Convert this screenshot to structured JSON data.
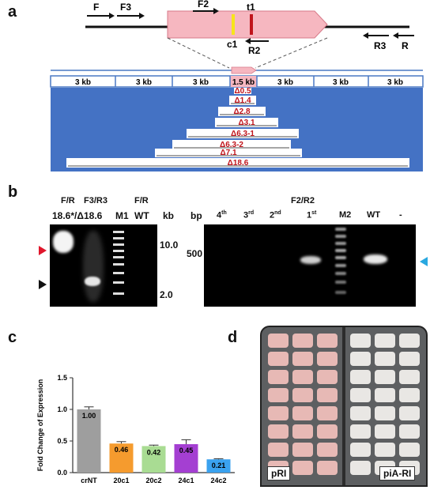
{
  "panels": {
    "a": "a",
    "b": "b",
    "c": "c",
    "d": "d"
  },
  "panel_a": {
    "primers_top": [
      "F",
      "F3",
      "F2",
      "t1"
    ],
    "primers_bottom": [
      "c1",
      "R2",
      "R3",
      "R"
    ],
    "segments": [
      "3 kb",
      "3 kb",
      "3 kb",
      "1.5 kb",
      "3 kb",
      "3 kb",
      "3 kb"
    ],
    "deletions": [
      "Δ0.5",
      "Δ1.4",
      "Δ2.8",
      "Δ3.1",
      "Δ6.3-1",
      "Δ6.3-2",
      "Δ7.1",
      "Δ18.6"
    ]
  },
  "panel_b_left": {
    "primer_headers": [
      "F/R",
      "F3/R3",
      "F/R"
    ],
    "lane_labels": [
      "18.6*/Δ18.6",
      "M1",
      "WT"
    ],
    "unit": "kb",
    "ladder_marks": [
      "10.0",
      "2.0"
    ]
  },
  "panel_b_right": {
    "primer_header": "F2/R2",
    "unit": "bp",
    "lanes": [
      {
        "base": "4",
        "sup": "th"
      },
      {
        "base": "3",
        "sup": "rd"
      },
      {
        "base": "2",
        "sup": "nd"
      },
      {
        "base": "1",
        "sup": "st"
      },
      {
        "base": "M2",
        "sup": ""
      },
      {
        "base": "WT",
        "sup": ""
      },
      {
        "base": "-",
        "sup": ""
      }
    ],
    "ladder_mark": "500"
  },
  "chart_data": {
    "type": "bar",
    "ylabel": "Fold Change of Expression",
    "categories": [
      "crNT",
      "20c1",
      "20c2",
      "24c1",
      "24c2"
    ],
    "values": [
      1.0,
      0.46,
      0.42,
      0.45,
      0.21
    ],
    "value_labels": [
      "1.00",
      "0.46",
      "0.42",
      "0.45",
      "0.21"
    ],
    "errors": [
      0.04,
      0.03,
      0.015,
      0.07,
      0.01
    ],
    "yticks": [
      "0.0",
      "0.5",
      "1.0",
      "1.5"
    ],
    "ylim": [
      0,
      1.5
    ],
    "colors": [
      "#9e9e9e",
      "#f59b2e",
      "#a9dc93",
      "#a43fd2",
      "#3aa2ef"
    ]
  },
  "panel_d": {
    "labels": [
      "pRI",
      "piA-RI"
    ]
  }
}
